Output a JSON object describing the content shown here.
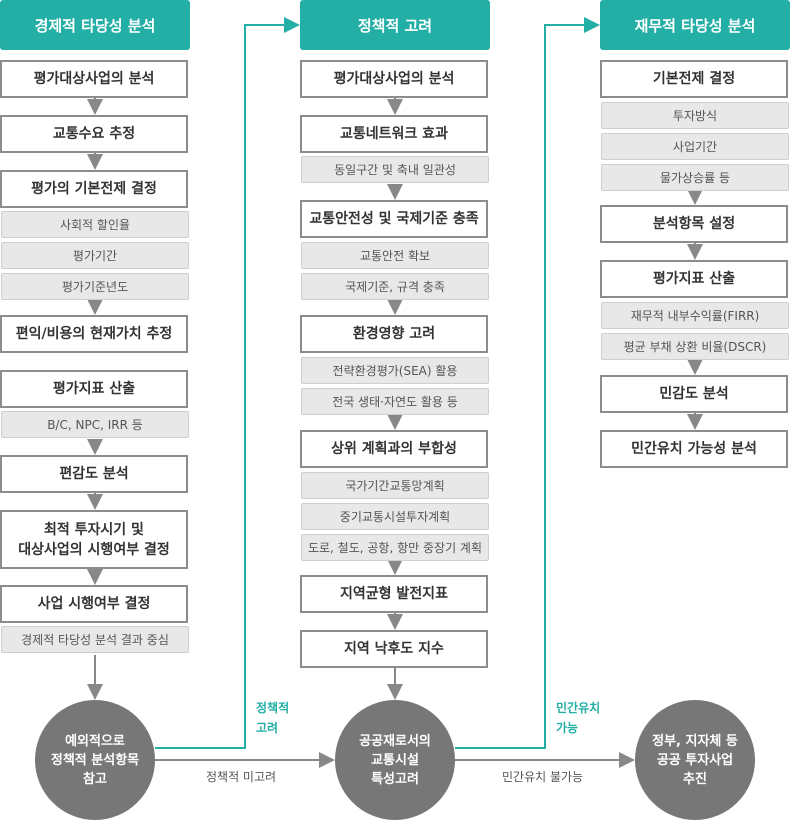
{
  "columns": {
    "economic": {
      "title": "경제적 타당성 분석",
      "steps": [
        {
          "label": "평가대상사업의 분석",
          "subs": []
        },
        {
          "label": "교통수요 추정",
          "subs": []
        },
        {
          "label": "평가의 기본전제 결정",
          "subs": [
            "사회적 할인율",
            "평가기간",
            "평가기준년도"
          ]
        },
        {
          "label": "편익/비용의 현재가치 추정",
          "subs": []
        },
        {
          "label": "평가지표 산출",
          "subs": [
            "B/C, NPC, IRR 등"
          ]
        },
        {
          "label": "편감도 분석",
          "subs": []
        },
        {
          "label": "최적 투자시기 및\n대상사업의 시행여부 결정",
          "subs": []
        },
        {
          "label": "사업 시행여부 결정",
          "subs": [
            "경제적 타당성 분석 결과 중심"
          ]
        }
      ]
    },
    "policy": {
      "title": "정책적 고려",
      "steps": [
        {
          "label": "평가대상사업의 분석",
          "subs": []
        },
        {
          "label": "교통네트워크 효과",
          "subs": [
            "동일구간 및 축내 일관성"
          ]
        },
        {
          "label": "교통안전성 및 국제기준 충족",
          "subs": [
            "교통안전 확보",
            "국제기준, 규격 충족"
          ]
        },
        {
          "label": "환경영향 고려",
          "subs": [
            "전략환경평가(SEA) 활용",
            "전국 생태·자연도 활용 등"
          ]
        },
        {
          "label": "상위 계획과의 부합성",
          "subs": [
            "국가기간교통망계획",
            "중기교통시설투자계획",
            "도로, 철도, 공항, 항만 중장기 계획"
          ]
        },
        {
          "label": "지역균형 발전지표",
          "subs": []
        },
        {
          "label": "지역 낙후도 지수",
          "subs": []
        }
      ]
    },
    "financial": {
      "title": "재무적 타당성 분석",
      "steps": [
        {
          "label": "기본전제 결정",
          "subs": [
            "투자방식",
            "사업기간",
            "물가상승률 등"
          ]
        },
        {
          "label": "분석항목 설정",
          "subs": []
        },
        {
          "label": "평가지표 산출",
          "subs": [
            "재무적 내부수익률(FIRR)",
            "평균 부채 상환 비율(DSCR)"
          ]
        },
        {
          "label": "민감도 분석",
          "subs": []
        },
        {
          "label": "민간유치 가능성 분석",
          "subs": []
        }
      ]
    }
  },
  "circles": {
    "left": "예외적으로\n정책적 분석항목\n참고",
    "middle": "공공재로서의\n교통시설\n특성고려",
    "right": "정부, 지자체 등\n공공 투자사업\n추진"
  },
  "edge_labels": {
    "policy_consider": "정책적\n고려",
    "policy_not_consider": "정책적 미고려",
    "private_possible": "민간유치\n가능",
    "private_impossible": "민간유치 불가능"
  },
  "colors": {
    "teal": "#23aea6",
    "circle_gray": "#777777",
    "sub_bg": "#e8e8e8",
    "border_gray": "#8c8c8c"
  }
}
